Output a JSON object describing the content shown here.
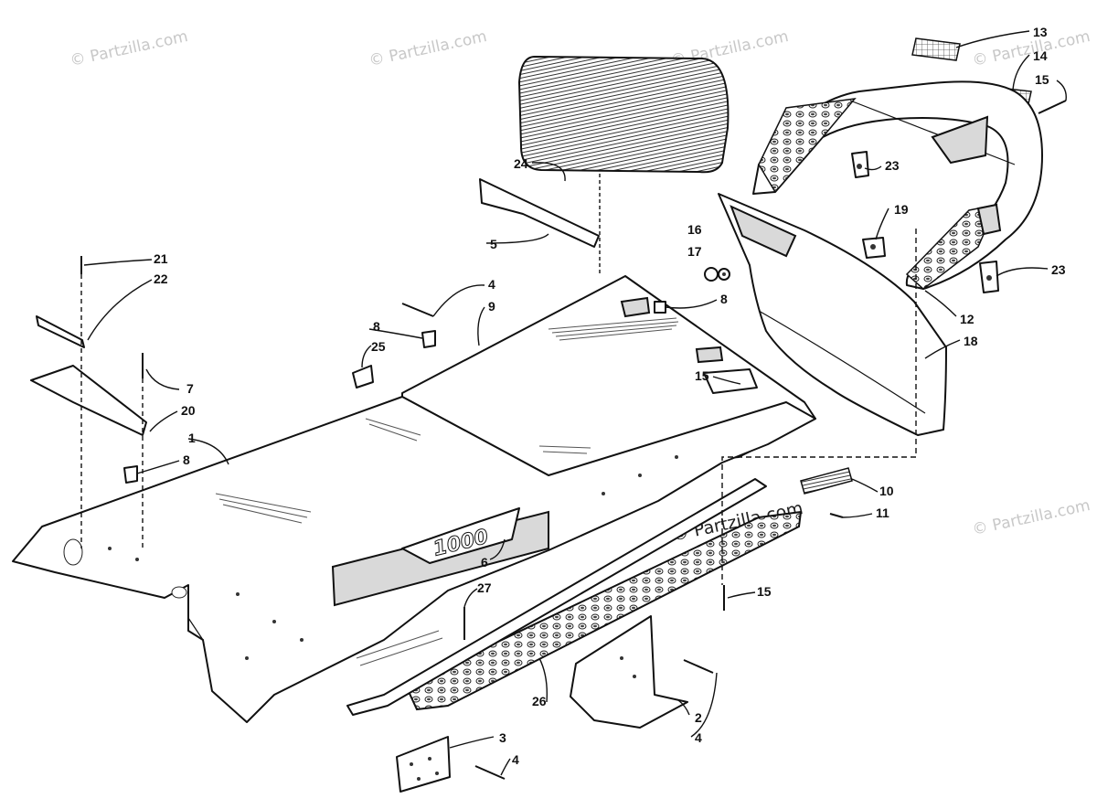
{
  "watermark": {
    "text": "© Partzilla.com",
    "feature_text": "© Partzilla.com",
    "color": "#c8c8c8"
  },
  "decal_text": "1000",
  "callouts": [
    {
      "id": "c1",
      "label": "1"
    },
    {
      "id": "c2",
      "label": "2"
    },
    {
      "id": "c3",
      "label": "3"
    },
    {
      "id": "c4a",
      "label": "4"
    },
    {
      "id": "c4b",
      "label": "4"
    },
    {
      "id": "c4c",
      "label": "4"
    },
    {
      "id": "c5",
      "label": "5"
    },
    {
      "id": "c6",
      "label": "6"
    },
    {
      "id": "c7",
      "label": "7"
    },
    {
      "id": "c8a",
      "label": "8"
    },
    {
      "id": "c8b",
      "label": "8"
    },
    {
      "id": "c8c",
      "label": "8"
    },
    {
      "id": "c9",
      "label": "9"
    },
    {
      "id": "c10",
      "label": "10"
    },
    {
      "id": "c11",
      "label": "11"
    },
    {
      "id": "c12",
      "label": "12"
    },
    {
      "id": "c13",
      "label": "13"
    },
    {
      "id": "c14",
      "label": "14"
    },
    {
      "id": "c15a",
      "label": "15"
    },
    {
      "id": "c15b",
      "label": "15"
    },
    {
      "id": "c15c",
      "label": "15"
    },
    {
      "id": "c16",
      "label": "16"
    },
    {
      "id": "c17",
      "label": "17"
    },
    {
      "id": "c18",
      "label": "18"
    },
    {
      "id": "c19",
      "label": "19"
    },
    {
      "id": "c20",
      "label": "20"
    },
    {
      "id": "c21",
      "label": "21"
    },
    {
      "id": "c22",
      "label": "22"
    },
    {
      "id": "c23a",
      "label": "23"
    },
    {
      "id": "c23b",
      "label": "23"
    },
    {
      "id": "c24",
      "label": "24"
    },
    {
      "id": "c25",
      "label": "25"
    },
    {
      "id": "c26",
      "label": "26"
    },
    {
      "id": "c27",
      "label": "27"
    }
  ]
}
